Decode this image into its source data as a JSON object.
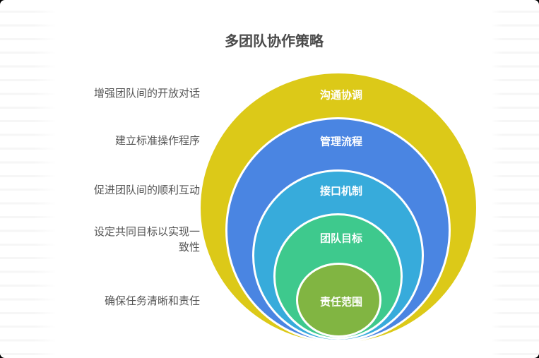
{
  "title": "多团队协作策略",
  "colors": {
    "title_text": "#4a4a4a",
    "description_text": "#545454",
    "ring_label_text": "#ffffff",
    "stripe": "#f6f6f6",
    "card_background": "#ffffff"
  },
  "rings": [
    {
      "name": "沟通协调",
      "color": "#DCC918",
      "description_lines": [
        "增强团队间的开放对话"
      ]
    },
    {
      "name": "管理流程",
      "color": "#4A85E2",
      "description_lines": [
        "建立标准操作程序"
      ]
    },
    {
      "name": "接口机制",
      "color": "#37ABDB",
      "description_lines": [
        "促进团队间的顺利互动"
      ]
    },
    {
      "name": "团队目标",
      "color": "#3EC98D",
      "description_lines": [
        "设定共同目标以实现一",
        "致性"
      ]
    },
    {
      "name": "责任范围",
      "color": "#81B542",
      "description_lines": [
        "确保任务清晰和责任"
      ]
    }
  ]
}
